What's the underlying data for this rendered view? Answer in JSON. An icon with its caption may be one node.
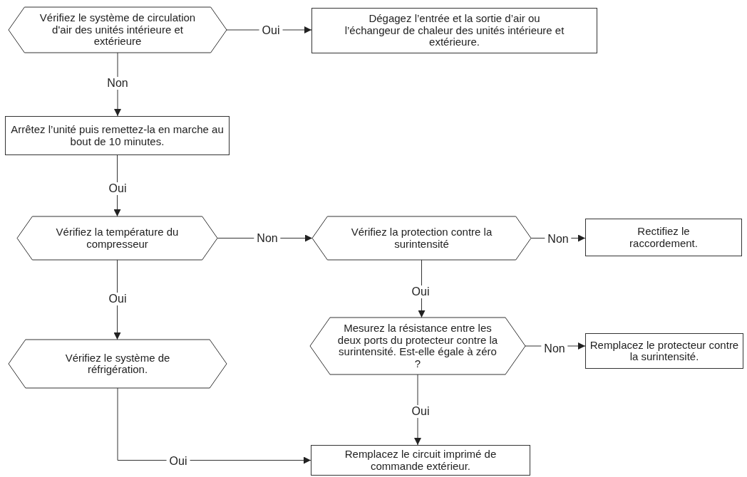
{
  "diagram": {
    "nodes": [
      {
        "text": [
          "Vérifiez le système de circulation d'air des unités intérieure et extérieure"
        ]
      },
      {
        "text": [
          "Dégagez l’entrée et la sortie d’air ou l’échangeur de chaleur des unités intérieure et extérieure."
        ]
      },
      {
        "text": [
          "Arrêtez l’unité puis remettez-la en marche au bout de 10 minutes."
        ]
      },
      {
        "text": [
          "Vérifiez la température du compresseur"
        ]
      },
      {
        "text": [
          "Vérifiez la protection contre la surintensité"
        ]
      },
      {
        "text": [
          "Rectifiez le raccordement."
        ]
      },
      {
        "text": [
          "Mesurez la résistance entre les deux ports du protecteur contre la surintensité. Est-elle égale à zéro ?"
        ]
      },
      {
        "text": [
          "Remplacez le protecteur contre la surintensité."
        ]
      },
      {
        "text": [
          "Vérifiez le système de réfrigération."
        ]
      },
      {
        "text": [
          "Remplacez le circuit imprimé de commande extérieur."
        ]
      }
    ],
    "edges": [
      {
        "from": 0,
        "to": 1,
        "arrow": "to",
        "label": "Oui"
      },
      {
        "from": 0,
        "to": 2,
        "arrow": "to",
        "label": "Non"
      },
      {
        "from": 2,
        "to": 3,
        "arrow": "to",
        "label": "Oui"
      },
      {
        "from": 3,
        "to": 4,
        "arrow": "to",
        "label": "Non"
      },
      {
        "from": 4,
        "to": 5,
        "arrow": "to",
        "label": "Non"
      },
      {
        "from": 4,
        "to": 6,
        "arrow": "to",
        "label": "Oui"
      },
      {
        "from": 6,
        "to": 7,
        "arrow": "to",
        "label": "Non"
      },
      {
        "from": 3,
        "to": 8,
        "arrow": "to",
        "label": "Oui"
      },
      {
        "from": 8,
        "to": 9,
        "arrow": "to",
        "label": "Oui"
      },
      {
        "from": 6,
        "to": 9,
        "arrow": "to",
        "label": "Oui"
      }
    ]
  }
}
